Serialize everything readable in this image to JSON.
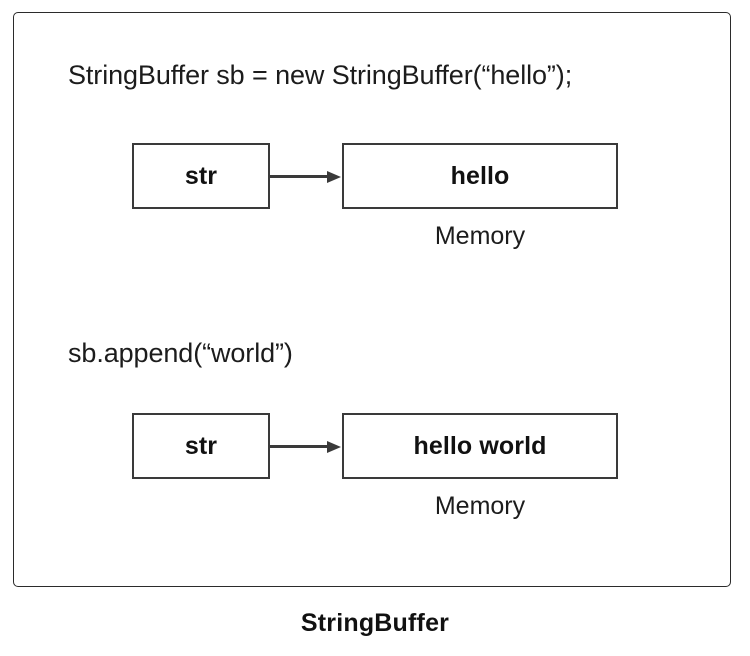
{
  "figure": {
    "caption": "StringBuffer",
    "frame_border_color": "#2b2b2b",
    "box_border_color": "#3a3a3a",
    "text_color": "#1c1c1c",
    "background": "#ffffff"
  },
  "steps": [
    {
      "code": "StringBuffer sb = new StringBuffer(“hello”);",
      "reference_box_label": "str",
      "memory_box_label": "hello",
      "memory_caption": "Memory",
      "arrow": "arrow-right-icon"
    },
    {
      "code": "sb.append(“world”)",
      "reference_box_label": "str",
      "memory_box_label": "hello world",
      "memory_caption": "Memory",
      "arrow": "arrow-right-icon"
    }
  ]
}
